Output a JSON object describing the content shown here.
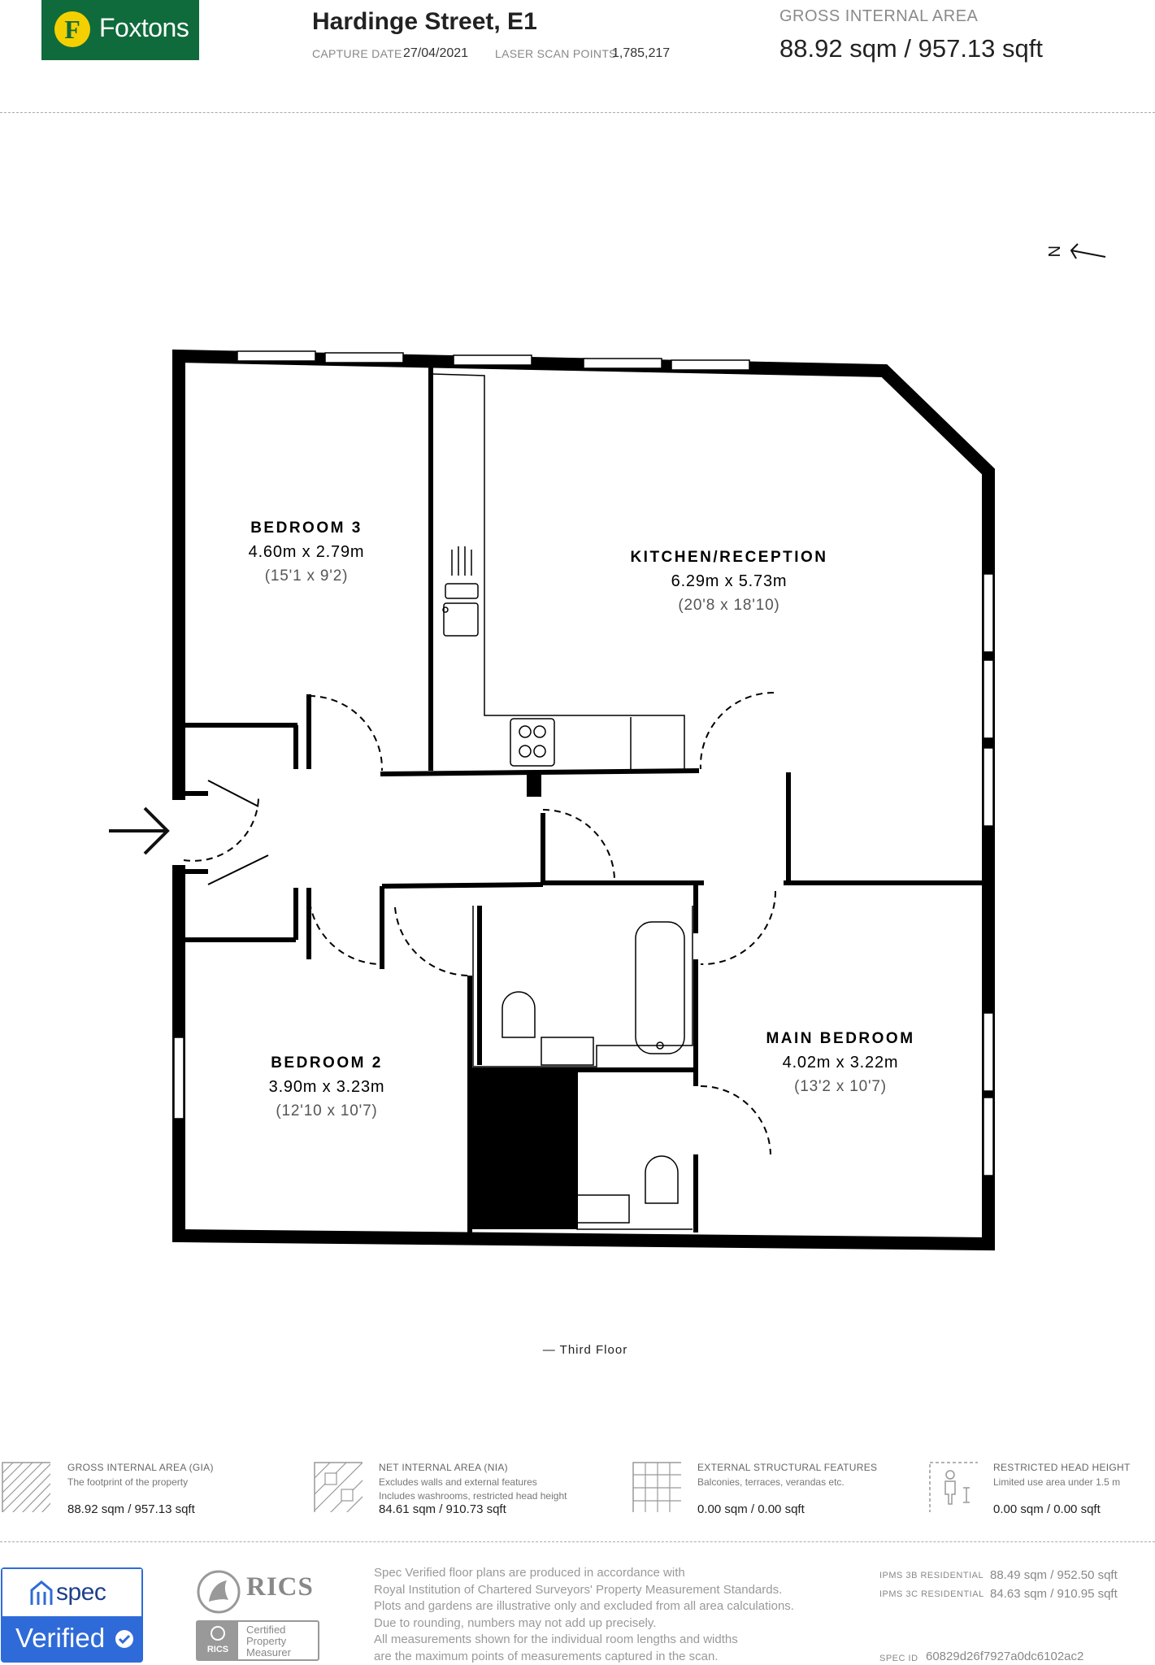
{
  "header": {
    "brand": "Foxtons",
    "brand_initial": "F",
    "address": "Hardinge Street, E1",
    "capture_date_label": "CAPTURE DATE",
    "capture_date": "27/04/2021",
    "laser_label": "LASER SCAN POINTS",
    "laser_points": "1,785,217",
    "gia_label": "GROSS INTERNAL AREA",
    "gia_value": "88.92 sqm / 957.13 sqft"
  },
  "plan": {
    "compass": "N",
    "floor_label": "— Third Floor",
    "rooms": [
      {
        "name": "BEDROOM 3",
        "dims": "4.60m x 2.79m",
        "imperial": "(15'1 x 9'2)"
      },
      {
        "name": "KITCHEN/RECEPTION",
        "dims": "6.29m x 5.73m",
        "imperial": "(20'8 x 18'10)"
      },
      {
        "name": "BEDROOM 2",
        "dims": "3.90m x 3.23m",
        "imperial": "(12'10 x 10'7)"
      },
      {
        "name": "MAIN BEDROOM",
        "dims": "4.02m x 3.22m",
        "imperial": "(13'2 x 10'7)"
      }
    ]
  },
  "legend": [
    {
      "title": "GROSS INTERNAL AREA (GIA)",
      "desc1": "The footprint of the property",
      "desc2": "",
      "value": "88.92 sqm / 957.13 sqft",
      "icon": "gia-hatch-icon"
    },
    {
      "title": "NET INTERNAL AREA (NIA)",
      "desc1": "Excludes walls and external features",
      "desc2": "Includes washrooms, restricted head height",
      "value": "84.61 sqm / 910.73 sqft",
      "icon": "nia-hatch-icon"
    },
    {
      "title": "EXTERNAL STRUCTURAL FEATURES",
      "desc1": "Balconies, terraces, verandas etc.",
      "desc2": "",
      "value": "0.00 sqm / 0.00 sqft",
      "icon": "grid-icon"
    },
    {
      "title": "RESTRICTED HEAD HEIGHT",
      "desc1": "Limited use area under 1.5 m",
      "desc2": "",
      "value": "0.00 sqm / 0.00 sqft",
      "icon": "person-height-icon"
    }
  ],
  "footer": {
    "spec": "spec",
    "verified": "Verified",
    "rics": "RICS",
    "rics_small": "RICS",
    "certified_lines": [
      "Certified",
      "Property",
      "Measurer"
    ],
    "disclaimer_lines": [
      "Spec Verified floor plans are produced in accordance with",
      "Royal Institution of Chartered Surveyors' Property Measurement Standards.",
      "Plots and gardens are illustrative only and excluded from all area calculations.",
      "Due to rounding, numbers may not add up precisely.",
      "All measurements shown for the individual room lengths and widths",
      "are the maximum points of measurements captured in the scan."
    ],
    "ipms3b_label": "IPMS 3B RESIDENTIAL",
    "ipms3b_value": "88.49 sqm / 952.50 sqft",
    "ipms3c_label": "IPMS 3C RESIDENTIAL",
    "ipms3c_value": "84.63 sqm / 910.95 sqft",
    "spec_id_label": "SPEC ID",
    "spec_id": "60829d26f7927a0dc6102ac2"
  },
  "colors": {
    "brand_green": "#0f6b3c",
    "brand_yellow": "#f5d000",
    "spec_blue": "#2f6bd8",
    "wall": "#000000"
  }
}
